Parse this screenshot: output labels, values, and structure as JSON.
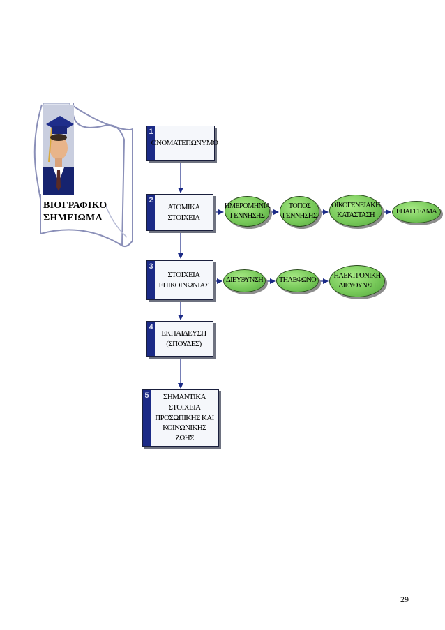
{
  "scroll": {
    "title": "ΒΙΟΓΡΑΦΙΚΟ\nΣΗΜΕΙΩΜΑ"
  },
  "steps": [
    {
      "number": "1",
      "label": "ΟΝΟΜΑΤΕΠΩΝΥΜΟ"
    },
    {
      "number": "2",
      "label": "ΑΤΟΜΙΚΑ ΣΤΟΙΧΕΙΑ"
    },
    {
      "number": "3",
      "label": "ΣΤΟΙΧΕΙΑ\nΕΠΙΚΟΙΝΩΝΙΑΣ"
    },
    {
      "number": "4",
      "label": "ΕΚΠΑΙΔΕΥΣΗ\n(ΣΠΟΥΔΕΣ)"
    },
    {
      "number": "5",
      "label": "ΣΗΜΑΝΤΙΚΑ ΣΤΟΙΧΕΙΑ\nΠΡΟΣΩΠΙΚΗΣ ΚΑΙ\nΚΟΙΝΩΝΙΚΗΣ ΖΩΗΣ"
    }
  ],
  "personal_items": [
    {
      "label": "ΗΜΕΡΟΜΗΝΙΑ\nΓΕΝΝΗΣΗΣ"
    },
    {
      "label": "ΤΟΠΟΣ\nΓΕΝΝΗΣΗΣ"
    },
    {
      "label": "ΟΙΚΟΓΕΝΕΙΑΚΗ\nΚΑΤΑΣΤΑΣΗ"
    },
    {
      "label": "ΕΠΑΓΓΕΛΜΑ"
    }
  ],
  "contact_items": [
    {
      "label": "ΔΙΕΥΘΥΝΣΗ"
    },
    {
      "label": "ΤΗΛΕΦΩΝΟ"
    },
    {
      "label": "ΗΛΕΚΤΡΟΝΙΚΗ\nΔΙΕΥΘΥΝΣΗ"
    }
  ],
  "colors": {
    "step_number_bg": "#1b2a86",
    "pill_green": "#78c95a",
    "connector": "#1b2a86"
  },
  "page_number": "29"
}
